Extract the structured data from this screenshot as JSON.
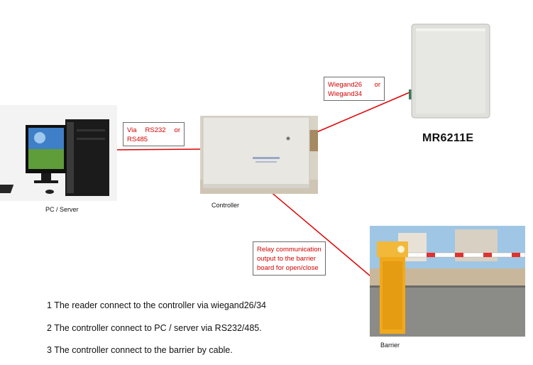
{
  "labels": {
    "wiegand": "Wiegand26 or Wiegand34",
    "rs": "Via RS232 or RS485",
    "relay": "Relay communication output to the barrier board for open/close"
  },
  "devices": {
    "reader": "MR6211E",
    "pc": "PC / Server",
    "controller": "Controller",
    "barrier": "Barrier"
  },
  "notes": [
    "1 The reader connect to the controller via wiegand26/34",
    "2 The controller connect to PC / server via RS232/485.",
    "3 The controller connect to the barrier by cable."
  ],
  "colors": {
    "line": "#e00000",
    "label_text": "#d40000"
  }
}
